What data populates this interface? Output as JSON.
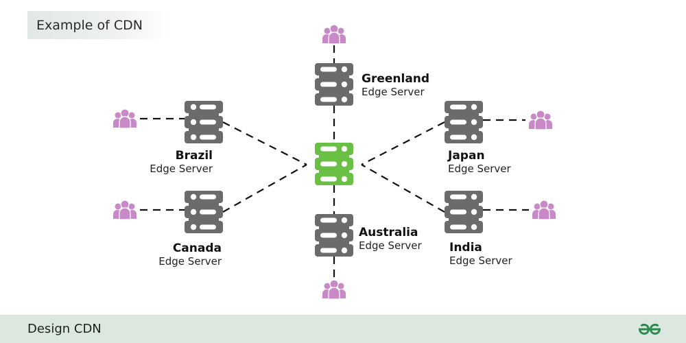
{
  "title": "Example of CDN",
  "footer": {
    "title": "Design CDN",
    "logo": "gfg-logo-icon"
  },
  "colors": {
    "edge_server": "#6b6b6b",
    "origin_server": "#6abf45",
    "users": "#c78ac7",
    "line": "#111111",
    "footer_bg": "#dce7df",
    "logo": "#2a8a4d"
  },
  "origin": {
    "name": "origin-server",
    "icon": "server-icon"
  },
  "edge_servers": [
    {
      "id": "greenland",
      "name": "Greenland",
      "subtitle": "Edge Server",
      "icon": "server-icon",
      "users_icon": "users-icon"
    },
    {
      "id": "brazil",
      "name": "Brazil",
      "subtitle": "Edge Server",
      "icon": "server-icon",
      "users_icon": "users-icon"
    },
    {
      "id": "japan",
      "name": "Japan",
      "subtitle": "Edge Server",
      "icon": "server-icon",
      "users_icon": "users-icon"
    },
    {
      "id": "canada",
      "name": "Canada",
      "subtitle": "Edge Server",
      "icon": "server-icon",
      "users_icon": "users-icon"
    },
    {
      "id": "india",
      "name": "India",
      "subtitle": "Edge Server",
      "icon": "server-icon",
      "users_icon": "users-icon"
    },
    {
      "id": "australia",
      "name": "Australia",
      "subtitle": "Edge Server",
      "icon": "server-icon",
      "users_icon": "users-icon"
    }
  ]
}
